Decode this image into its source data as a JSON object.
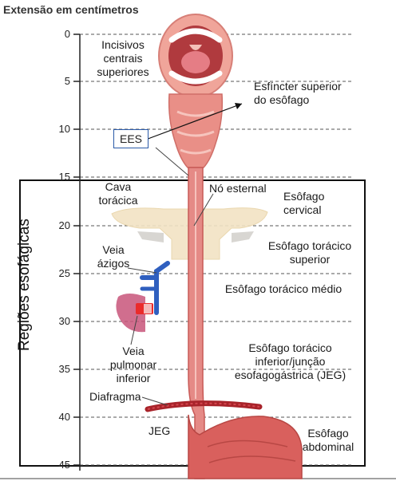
{
  "title": "Extensão em centímetros",
  "axis": {
    "ticks": [
      "0",
      "5",
      "10",
      "15",
      "20",
      "25",
      "30",
      "35",
      "40",
      "45"
    ]
  },
  "region_title": "Regiões esofágicas",
  "labels": {
    "incisors": "Incisivos centrais superiores",
    "ues": "Esfíncter superior do esôfago",
    "ees": "EES",
    "thoracic_cava": "Cava torácica",
    "sternal_notch": "Nó esternal",
    "cervical": "Esôfago cervical",
    "azygos": "Veia ázigos",
    "upper_thoracic": "Esôfago torácico superior",
    "mid_thoracic": "Esôfago torácico médio",
    "pulm_vein": "Veia pulmonar inferior",
    "lower_thoracic": "Esôfago torácico inferior/junção esofagogástrica (JEG)",
    "diaphragm": "Diafragma",
    "jeg": "JEG",
    "abdominal": "Esôfago abdominal"
  },
  "colors": {
    "esophagus": "#e58a86",
    "esophagus_dark": "#c85a57",
    "mouth": "#f3b2a8",
    "bone": "#f1dfbd",
    "vein": "#2f5fbf",
    "lung": "#d14a6a",
    "diaphragm": "#a8232a"
  }
}
